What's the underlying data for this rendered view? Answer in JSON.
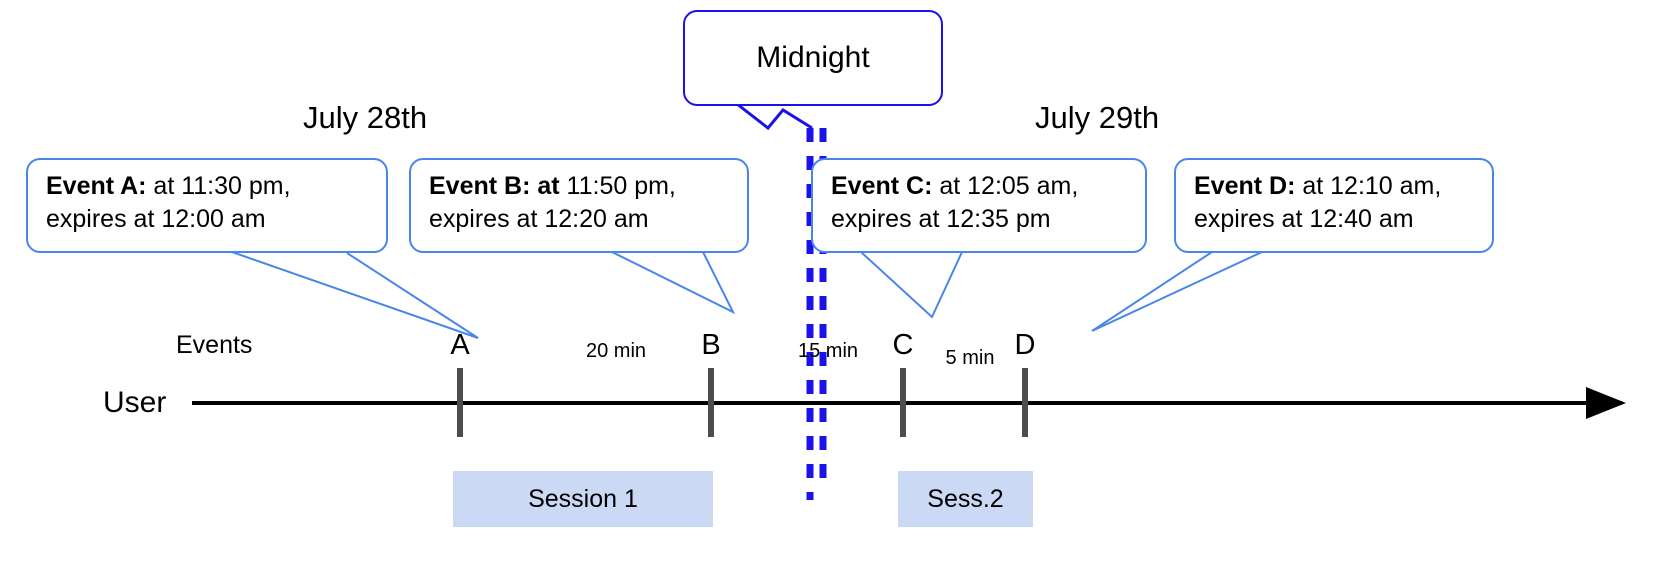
{
  "diagram": {
    "title_callout": {
      "label": "Midnight"
    },
    "dates": [
      {
        "name": "date-july-28",
        "label": "July 28th"
      },
      {
        "name": "date-july-29",
        "label": "July 29th"
      }
    ],
    "rows": [
      {
        "name": "events-row-label",
        "label": "Events"
      },
      {
        "name": "user-row-label",
        "label": "User"
      }
    ],
    "event_callouts": [
      {
        "id": "event-a",
        "bold": "Event A:",
        "line1_rest": " at 11:30 pm,",
        "line2": "expires at 12:00 am"
      },
      {
        "id": "event-b",
        "bold": "Event B: at",
        "line1_rest": " 11:50 pm,",
        "line2": "expires at 12:20 am"
      },
      {
        "id": "event-c",
        "bold": "Event C:",
        "line1_rest": " at 12:05 am,",
        "line2": "expires at 12:35 pm"
      },
      {
        "id": "event-d",
        "bold": "Event D:",
        "line1_rest": "  at 12:10 am,",
        "line2": "expires at 12:40 am"
      }
    ],
    "timeline_marks": [
      {
        "id": "mark-a",
        "label": "A"
      },
      {
        "id": "mark-b",
        "label": "B"
      },
      {
        "id": "mark-c",
        "label": "C"
      },
      {
        "id": "mark-d",
        "label": "D"
      }
    ],
    "gaps": [
      {
        "id": "gap-a-b",
        "label": "20 min"
      },
      {
        "id": "gap-b-c",
        "label": "15 min"
      },
      {
        "id": "gap-c-d",
        "label": "5 min"
      }
    ],
    "sessions": [
      {
        "id": "session-1",
        "label": "Session 1"
      },
      {
        "id": "session-2",
        "label": "Sess.2"
      }
    ],
    "colors": {
      "callout_border": "#4a86e8",
      "midnight_border": "#1a12e8",
      "midnight_dash": "#1a12e8",
      "session_fill": "#ccd9f5",
      "axis": "#000000",
      "tick": "#4d4d4d",
      "leader": "#4a86e8"
    }
  }
}
